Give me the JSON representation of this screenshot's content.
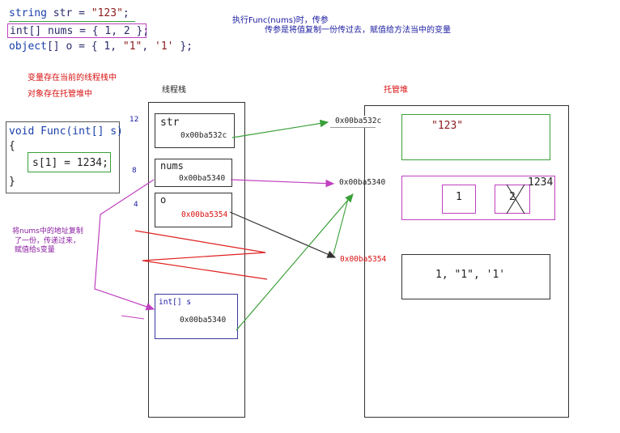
{
  "code": {
    "line1_type": "string",
    "line1_rest": " str = ",
    "line1_val": "\"123\"",
    "line1_end": ";",
    "line2": "int[] nums = { 1, 2 };",
    "line3_type": "object",
    "line3_rest": "[] o = { 1, ",
    "line3_s1": "\"1\"",
    "line3_mid": ", ",
    "line3_s2": "'1'",
    "line3_end": " };",
    "func_sig": "void Func(int[] s)",
    "func_open": "{",
    "func_body": "s[1] = 1234;",
    "func_close": "}"
  },
  "notes": {
    "top_line1": "执行Func(nums)时，传参",
    "top_line2": "传参是将值复制一份传过去，赋值给方法当中的变量",
    "red_line1": "变量存在当前的线程栈中",
    "red_line2": "对象存在托管堆中",
    "purple_line1": "将nums中的地址复制",
    "purple_line2": "了一份，传递过来，",
    "purple_line3": "赋值给s变量"
  },
  "labels": {
    "stack_title": "线程栈",
    "heap_title": "托管堆",
    "offset_12": "12",
    "offset_8": "8",
    "offset_4": "4"
  },
  "stack": {
    "str_name": "str",
    "str_addr": "0x00ba532c",
    "nums_name": "nums",
    "nums_addr": "0x00ba5340",
    "o_name": "o",
    "o_addr": "0x00ba5354",
    "s_name": "int[] s",
    "s_addr": "0x00ba5340"
  },
  "heap": {
    "addr1": "0x00ba532c",
    "addr2": "0x00ba5340",
    "addr3": "0x00ba5354",
    "obj_str": "\"123\"",
    "arr_item1": "1",
    "arr_item2": "2",
    "arr_new": "1234",
    "obj_array": "1, \"1\", '1'"
  },
  "colors": {
    "green": "#3aa03a",
    "purple": "#c040c0",
    "red": "#e02020",
    "dark": "#333333",
    "blue_box": "#3a3aa0"
  }
}
